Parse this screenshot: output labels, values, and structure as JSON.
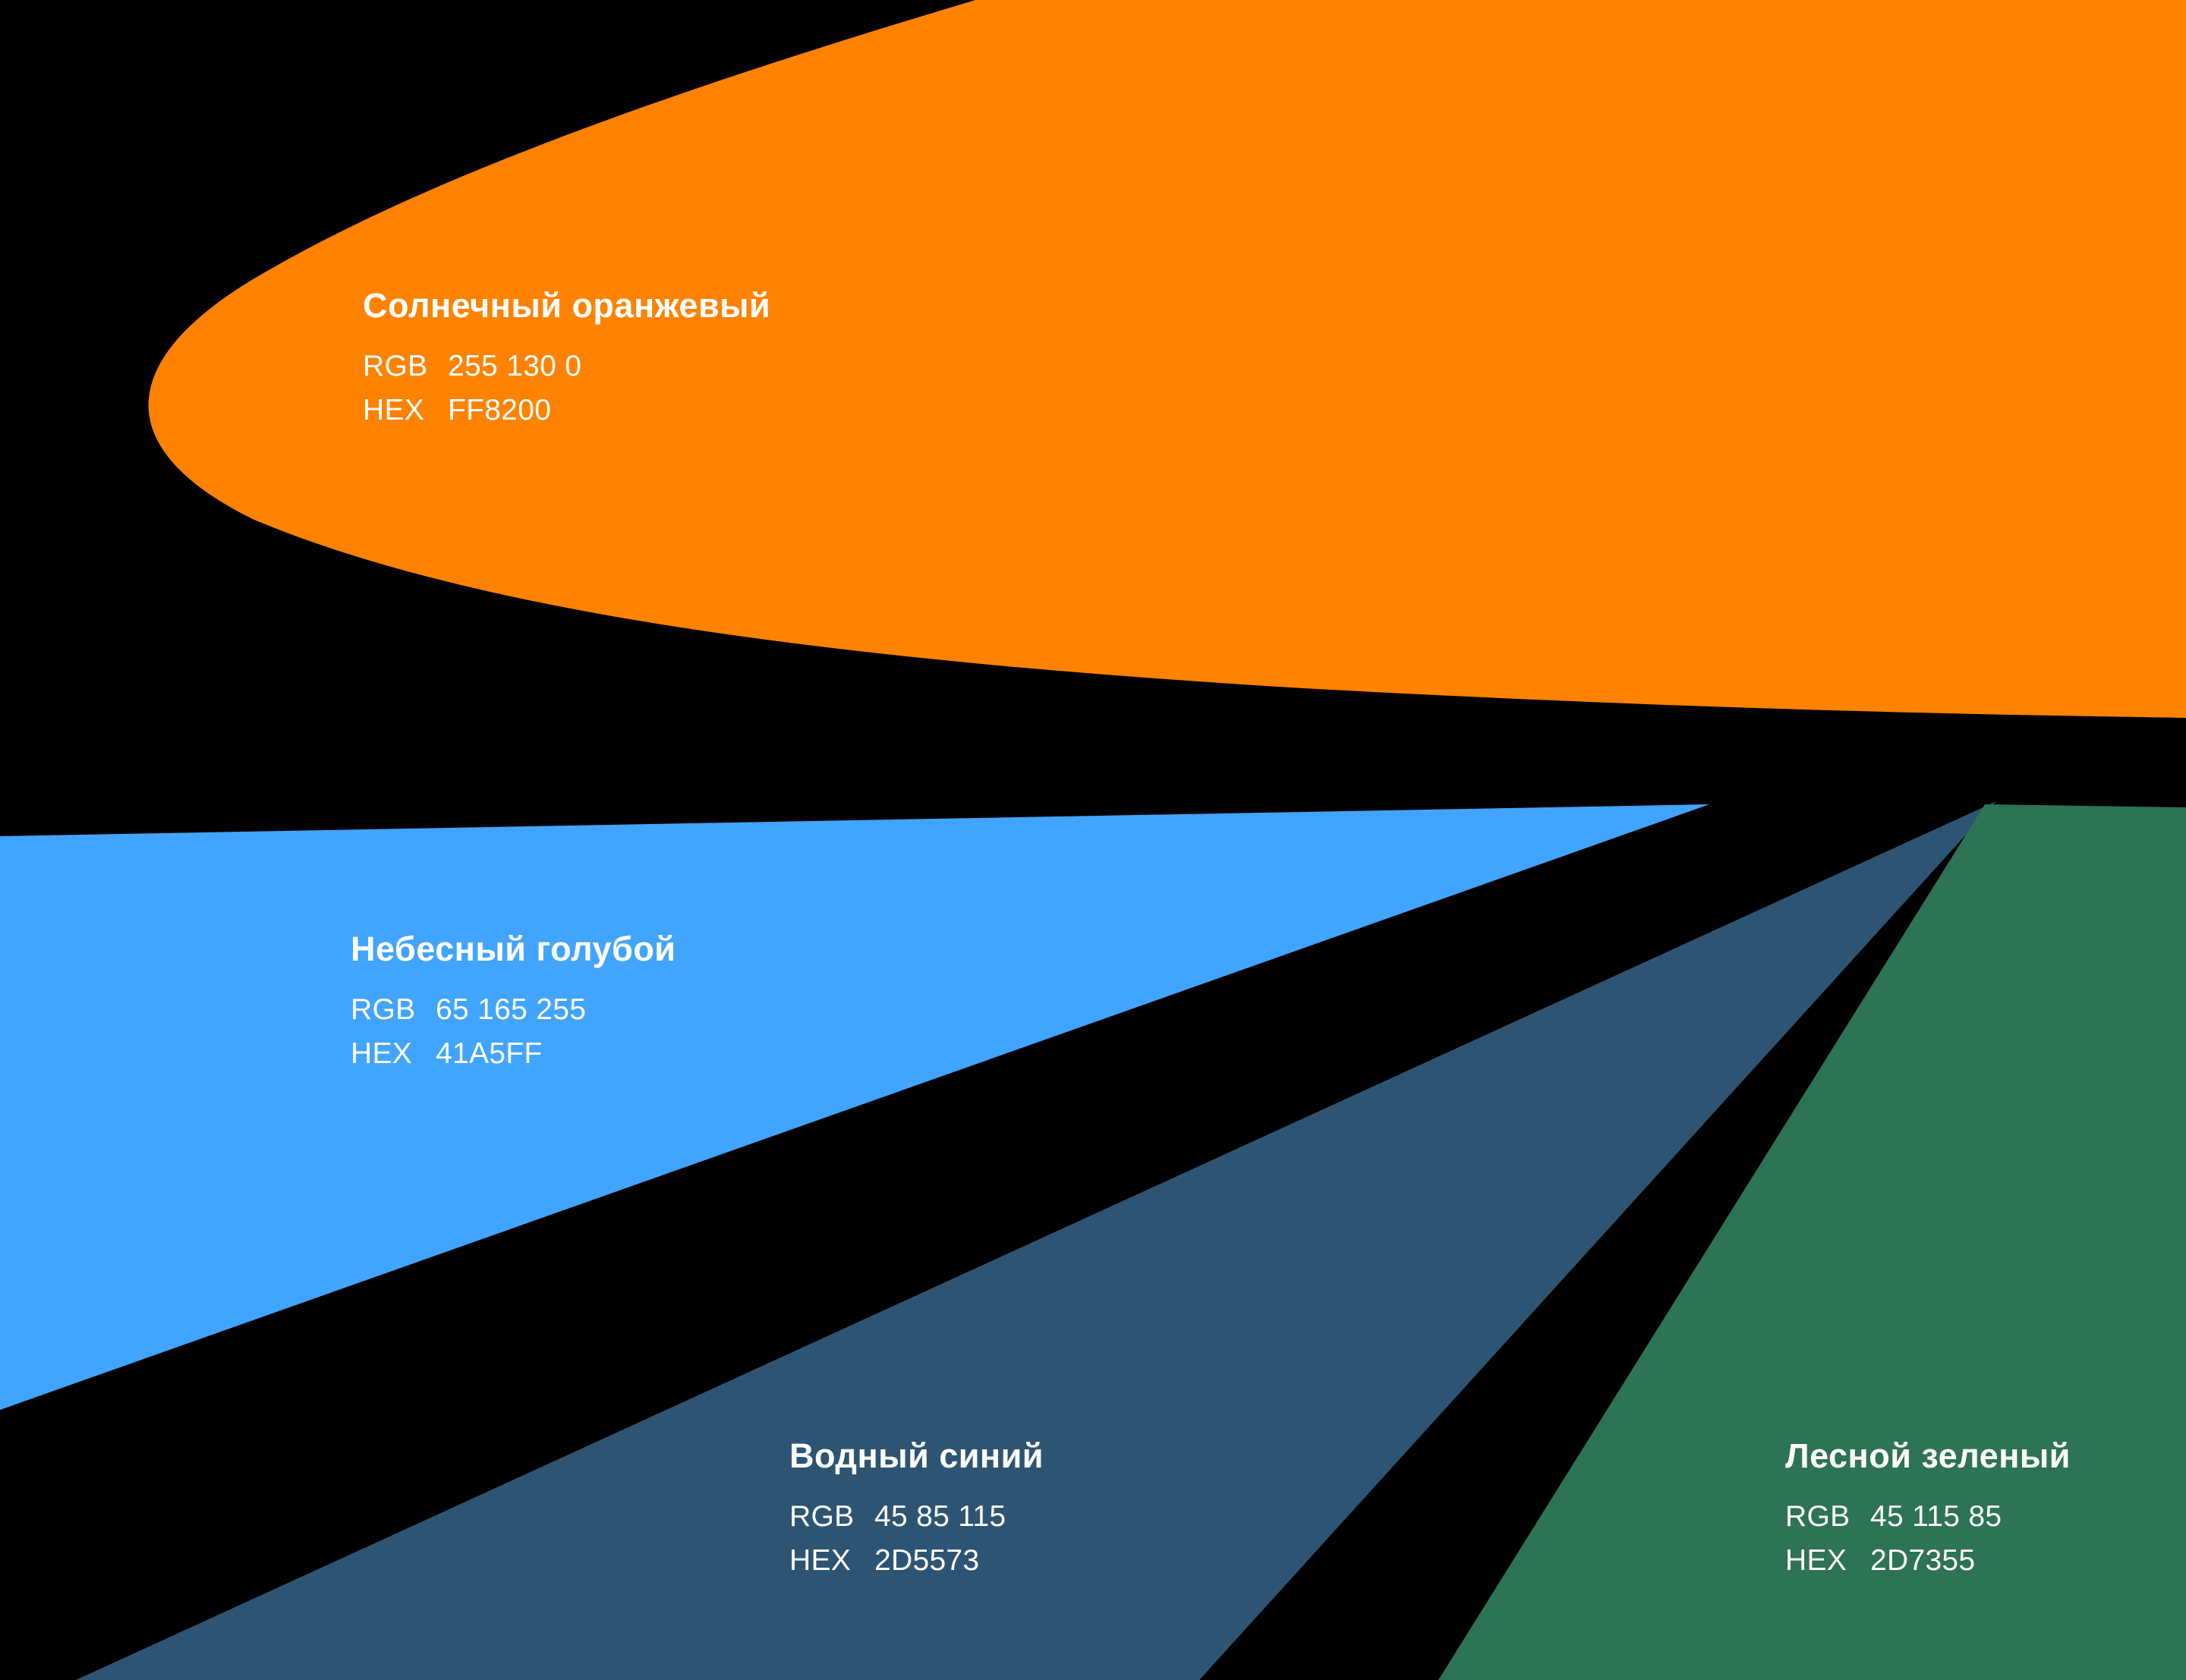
{
  "background_color": "#000000",
  "text_color": "#FFFFFF",
  "swatches": [
    {
      "name": "Солнечный оранжевый",
      "rgb_label": "RGB",
      "rgb_value": "255 130 0",
      "hex_label": "HEX",
      "hex_value": "FF8200",
      "color": "#FF8200"
    },
    {
      "name": "Небесный голубой",
      "rgb_label": "RGB",
      "rgb_value": "65 165 255",
      "hex_label": "HEX",
      "hex_value": "41A5FF",
      "color": "#41A5FF"
    },
    {
      "name": "Водный синий",
      "rgb_label": "RGB",
      "rgb_value": "45 85 115",
      "hex_label": "HEX",
      "hex_value": "2D5573",
      "color": "#2D5573"
    },
    {
      "name": "Лесной зеленый",
      "rgb_label": "RGB",
      "rgb_value": "45 115 85",
      "hex_label": "HEX",
      "hex_value": "2D7355",
      "color": "#2D7355"
    }
  ]
}
